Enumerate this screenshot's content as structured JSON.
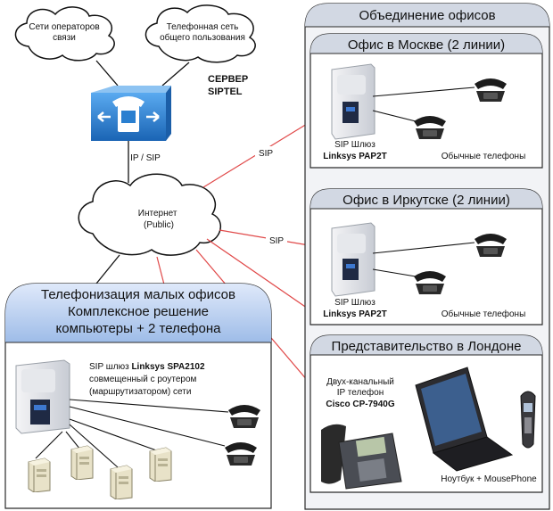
{
  "clouds": {
    "operators": "Сети операторов связи",
    "pstn": "Телефонная сеть общего пользования",
    "internet_line1": "Интернет",
    "internet_line2": "(Public)"
  },
  "server": {
    "label_line1": "СЕРВЕР",
    "label_line2": "SIPTEL",
    "link_label": "IP / SIP"
  },
  "links": {
    "sip_moscow": "SIP",
    "sip_irkutsk": "SIP"
  },
  "offices_group": {
    "title": "Объединение офисов"
  },
  "moscow": {
    "title": "Офис в Москве (2 линии)",
    "gateway_line1": "SIP Шлюз",
    "gateway_line2": "Linksys PAP2T",
    "phones_label": "Обычные телефоны"
  },
  "irkutsk": {
    "title": "Офис в Иркутске (2 линии)",
    "gateway_line1": "SIP Шлюз",
    "gateway_line2": "Linksys PAP2T",
    "phones_label": "Обычные телефоны"
  },
  "london": {
    "title": "Представительство в Лондоне",
    "phone_line1": "Двух-канальный",
    "phone_line2": "IP телефон",
    "phone_line3": "Cisco CP-7940G",
    "laptop_label": "Ноутбук + MousePhone"
  },
  "small_office": {
    "title_line1": "Телефонизация малых офисов",
    "title_line2": "Комплексное решение",
    "title_line3": "компьютеры + 2 телефона",
    "gw_prefix": "SIP шлюз ",
    "gw_model": "Linksys SPA2102",
    "gw_line2": "совмещенный с роутером",
    "gw_line3": "(маршрутизатором) сети"
  },
  "colors": {
    "panel_header": "#d2d8e3",
    "blue_header": "#b9cff0",
    "sip_line": "#e04848",
    "server_blue": "#2a7fd0"
  }
}
